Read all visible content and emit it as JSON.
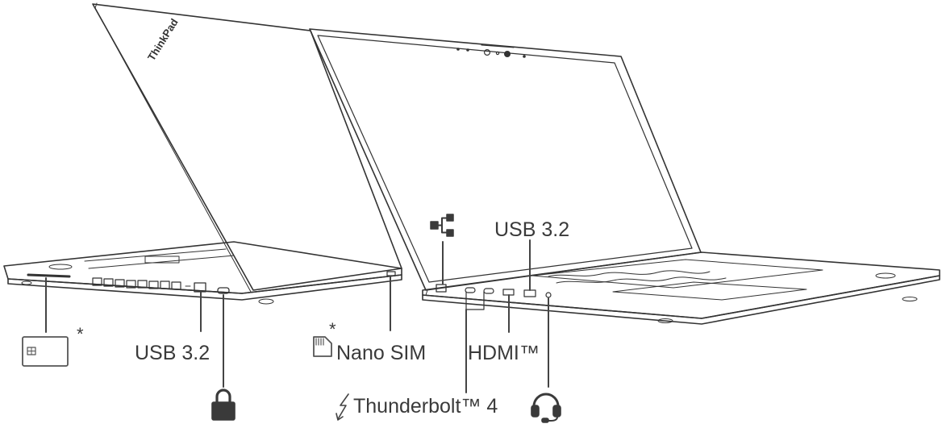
{
  "brand_logo": "ThinkPad",
  "labels": {
    "usb_left": "USB 3.2",
    "usb_right": "USB 3.2",
    "nano_sim": "Nano SIM",
    "hdmi": "HDMI™",
    "thunderbolt": "Thunderbolt™ 4",
    "asterisk": "*"
  },
  "icons": [
    "smart-card-icon",
    "lock-icon",
    "sd-card-icon",
    "ethernet-icon",
    "lightning-icon",
    "headset-icon"
  ],
  "colors": {
    "line": "#333333",
    "text": "#3a3a3a",
    "background": "#ffffff"
  }
}
